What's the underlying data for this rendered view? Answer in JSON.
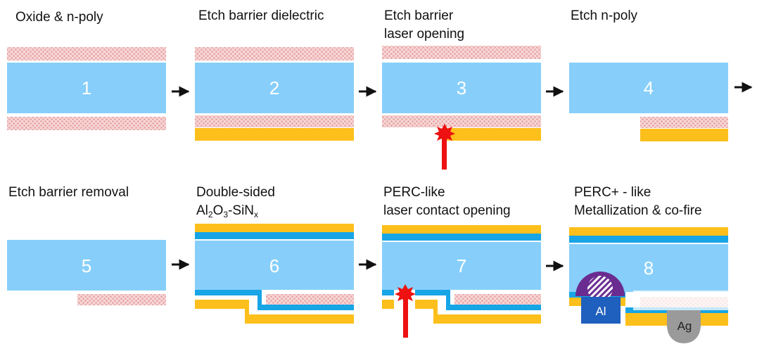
{
  "steps": [
    {
      "number": "1",
      "title": "Oxide & n-poly"
    },
    {
      "number": "2",
      "title": "Etch barrier dielectric"
    },
    {
      "number": "3",
      "title_line1": "Etch barrier",
      "title_line2": "laser opening"
    },
    {
      "number": "4",
      "title": "Etch n-poly"
    },
    {
      "number": "5",
      "title": "Etch barrier removal"
    },
    {
      "number": "6",
      "title_line1": "Double-sided",
      "title_parts": [
        "Al",
        "2",
        "O",
        "3",
        "-SiN",
        "x"
      ]
    },
    {
      "number": "7",
      "title_line1": "PERC-like",
      "title_line2": "laser contact opening"
    },
    {
      "number": "8",
      "title_line1": "PERC+ - like",
      "title_line2": "Metallization & co-fire"
    }
  ],
  "contacts": {
    "al": "Al",
    "ag": "Ag"
  },
  "colors": {
    "wafer": "#87cffa",
    "poly": "#f2c4c4",
    "barrier": "#fdbf1b",
    "passivation": "#17a5e6",
    "laser": "#ee1111",
    "al_contact": "#1f5fbd",
    "al_cap": "#6a2c91",
    "ag_contact": "#9a9a9a",
    "arrow": "#111111"
  }
}
